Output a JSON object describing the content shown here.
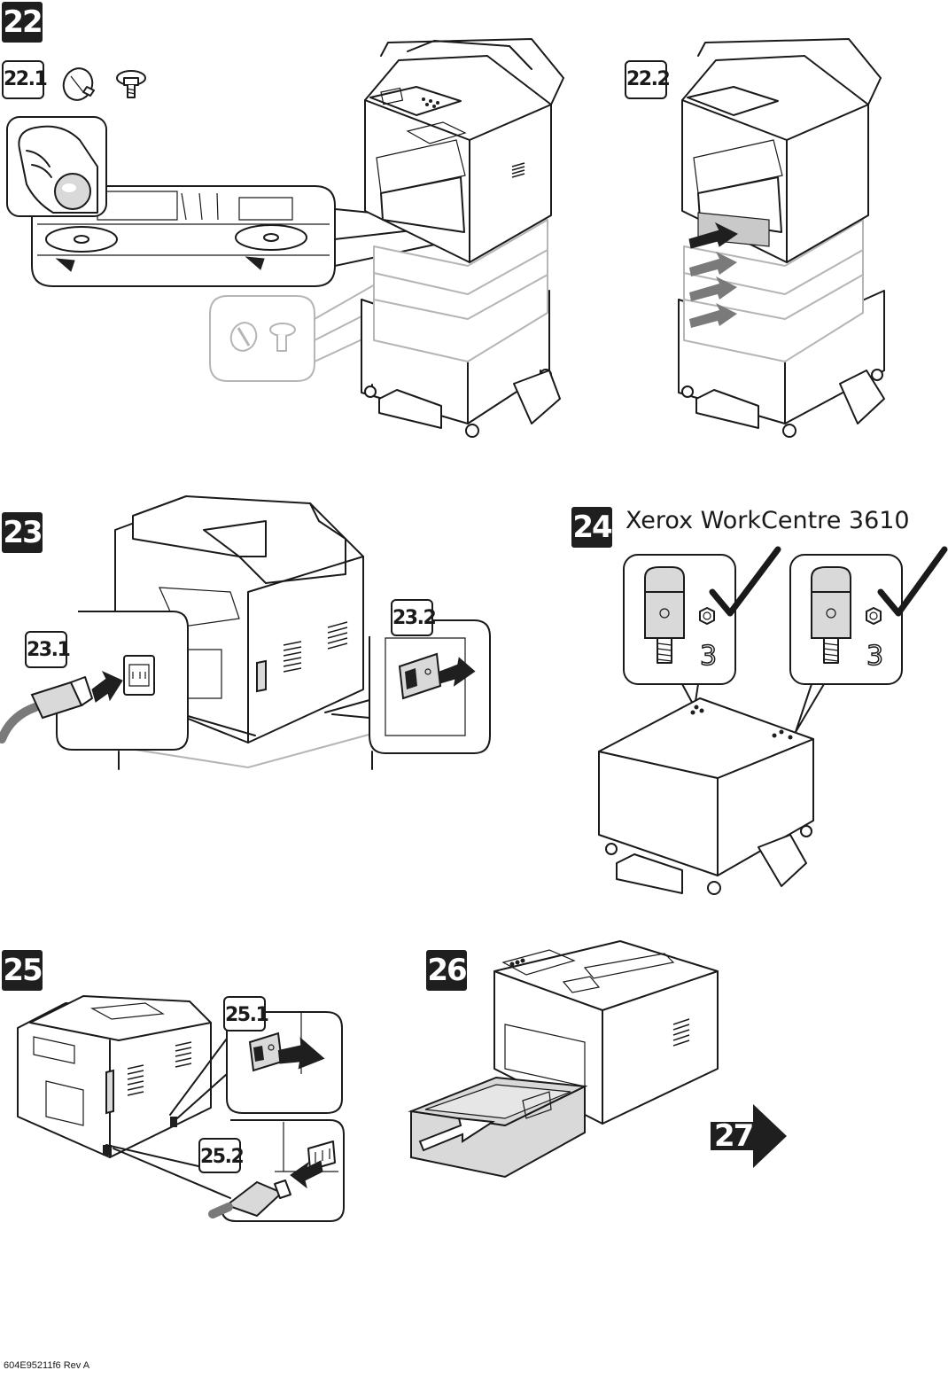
{
  "steps": {
    "s22": {
      "number": "22",
      "sub1": "22.1",
      "sub2": "22.2"
    },
    "s23": {
      "number": "23",
      "sub1": "23.1",
      "sub2": "23.2"
    },
    "s24": {
      "number": "24",
      "caption": "Xerox WorkCentre 3610",
      "screw_count_left": "3",
      "screw_count_right": "3"
    },
    "s25": {
      "number": "25",
      "sub1": "25.1",
      "sub2": "25.2"
    },
    "s26": {
      "number": "26"
    },
    "next": {
      "number": "27"
    }
  },
  "footer": {
    "doc_id": "604E95211f6 Rev A"
  },
  "icons": [
    "thumbscrew-icon",
    "screw-icon",
    "rotate-arrow-icon",
    "push-arrow-icon",
    "checkmark-icon",
    "hex-nut-icon",
    "power-switch-icon",
    "power-cord-icon",
    "next-step-arrow-icon"
  ]
}
